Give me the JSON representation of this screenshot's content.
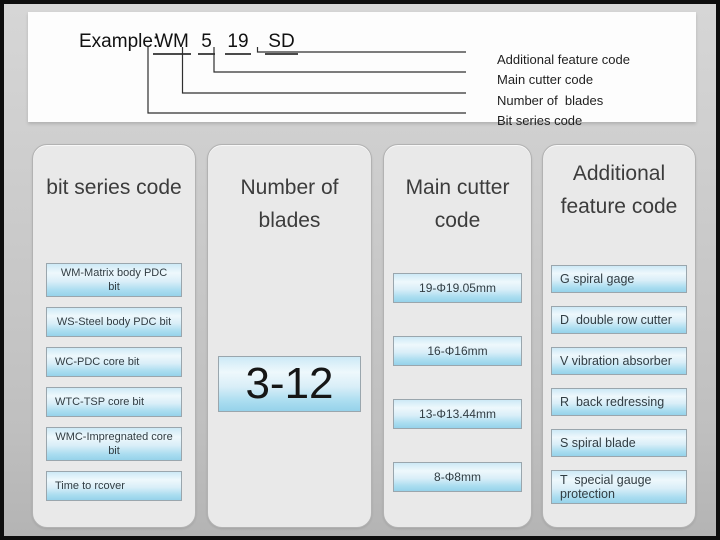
{
  "example": {
    "prefix": "Example:",
    "codes": [
      "WM",
      "5",
      "19",
      "SD"
    ],
    "callouts": [
      "Additional feature code",
      "Main cutter code",
      "Number of  blades",
      "Bit series code"
    ]
  },
  "columns": [
    {
      "title": "bit series code",
      "items": [
        "WM-Matrix body PDC bit",
        "WS-Steel body PDC bit",
        "WC-PDC core bit",
        "WTC-TSP core bit",
        "WMC-Impregnated core bit",
        "Time to rcover"
      ]
    },
    {
      "title": "Number of blades",
      "items": [
        "3-12"
      ]
    },
    {
      "title": "Main cutter code",
      "items": [
        "19-Φ19.05mm",
        "16-Φ16mm",
        "13-Φ13.44mm",
        "8-Φ8mm"
      ]
    },
    {
      "title": "Additional feature code",
      "items": [
        "G spiral gage",
        "D  double row cutter",
        "V vibration absorber",
        "R  back redressing",
        "S spiral blade",
        "T  special gauge protection"
      ]
    }
  ],
  "colors": {
    "frame": "#0e0e0e",
    "page_background": "#c7c7c7",
    "panel_background": "#e9e9e9",
    "item_gradient_top": "#cde9f6",
    "item_gradient_bottom": "#96d2ea",
    "connector_line": "#2f2f2f"
  }
}
